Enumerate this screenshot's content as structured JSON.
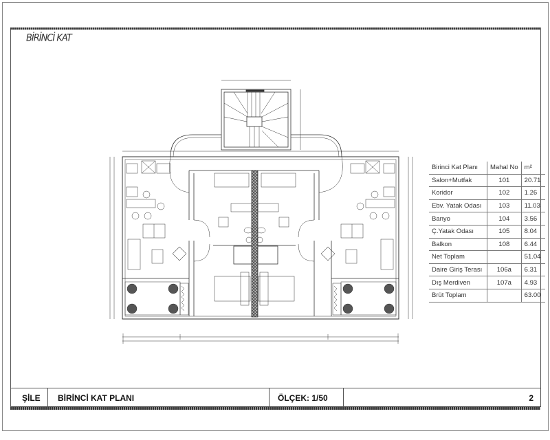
{
  "sheet_label": "BİRİNCİ KAT",
  "title_block": {
    "location": "ŞİLE",
    "title": "BİRİNCİ KAT PLANI",
    "scale": "ÖLÇEK: 1/50",
    "sheet_number": "2"
  },
  "area_table": {
    "headers": [
      "Birinci Kat Planı",
      "Mahal No",
      "m²"
    ],
    "rows": [
      [
        "Salon+Mutfak",
        "101",
        "20.71"
      ],
      [
        "Koridor",
        "102",
        "1.26"
      ],
      [
        "Ebv. Yatak Odası",
        "103",
        "11.03"
      ],
      [
        "Banyo",
        "104",
        "3.56"
      ],
      [
        "Ç.Yatak Odası",
        "105",
        "8.04"
      ],
      [
        "Balkon",
        "108",
        "6.44"
      ],
      [
        "Net Toplam",
        "",
        "51.04"
      ],
      [
        "Daire Giriş Terası",
        "106a",
        "6.31"
      ],
      [
        "Dış Merdiven",
        "107a",
        "4.93"
      ],
      [
        "Brüt Toplam",
        "",
        "63.00"
      ]
    ]
  }
}
